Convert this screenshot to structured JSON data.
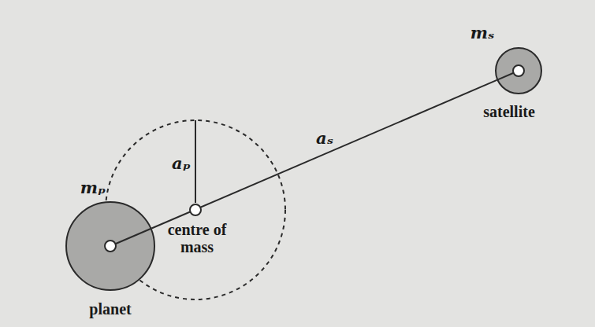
{
  "diagram": {
    "nodes": [
      {
        "text": [
          "mₚ",
          "planet"
        ]
      },
      {
        "text": [
          "centre of mass"
        ]
      },
      {
        "text": [
          "mₛ",
          "satellite"
        ]
      }
    ],
    "edges": [
      {
        "from": 0,
        "to": 2,
        "arrow": "none",
        "label": "aₛ"
      }
    ],
    "labels": [
      "aₚ"
    ]
  }
}
